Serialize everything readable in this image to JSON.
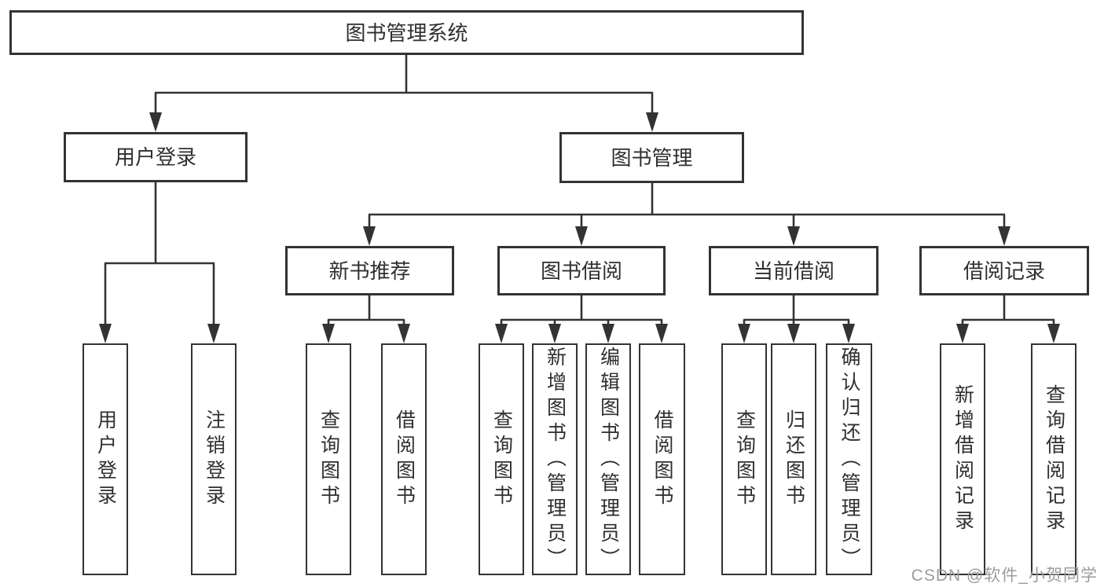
{
  "tree": {
    "root": {
      "label": "图书管理系统"
    },
    "branches": [
      {
        "label": "用户登录",
        "children": [
          {
            "label": "用户登录"
          },
          {
            "label": "注销登录"
          }
        ]
      },
      {
        "label": "图书管理",
        "children": [
          {
            "label": "新书推荐",
            "children": [
              {
                "label": "查询图书"
              },
              {
                "label": "借阅图书"
              }
            ]
          },
          {
            "label": "图书借阅",
            "children": [
              {
                "label": "查询图书"
              },
              {
                "label": "新增图书（管理员）"
              },
              {
                "label": "编辑图书（管理员）"
              },
              {
                "label": "借阅图书"
              }
            ]
          },
          {
            "label": "当前借阅",
            "children": [
              {
                "label": "查询图书"
              },
              {
                "label": "归还图书"
              },
              {
                "label": "确认归还（管理员）"
              }
            ]
          },
          {
            "label": "借阅记录",
            "children": [
              {
                "label": "新增借阅记录"
              },
              {
                "label": "查询借阅记录"
              }
            ]
          }
        ]
      }
    ]
  },
  "watermark": {
    "text": "CSDN @软件_小贺同学"
  },
  "colors": {
    "line": "#333333",
    "text": "#2f2f2f",
    "watermark": "#9c9c9c",
    "background": "#ffffff"
  }
}
